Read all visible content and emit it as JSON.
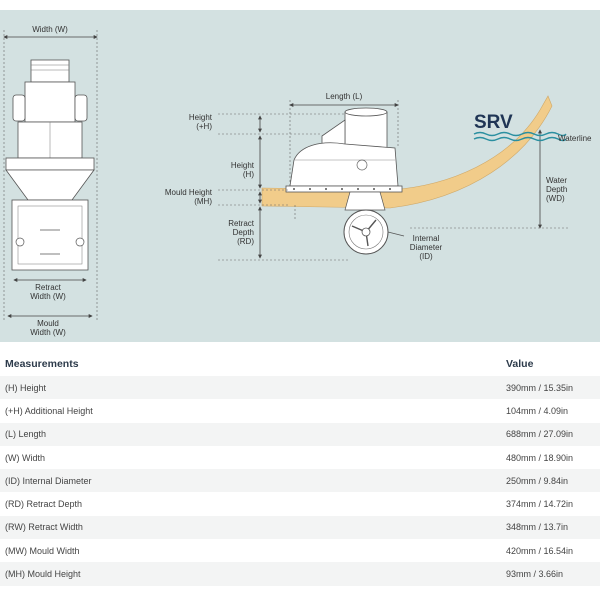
{
  "diagram": {
    "brand": "SRV",
    "labels": {
      "width": "Width (W)",
      "retract_width": [
        "Retract",
        "Width (W)"
      ],
      "mould_width": [
        "Mould",
        "Width (W)"
      ],
      "length": "Length (L)",
      "add_height": [
        "Height",
        "(+H)"
      ],
      "height": [
        "Height",
        "(H)"
      ],
      "mould_height": [
        "Mould Height",
        "(MH)"
      ],
      "retract_depth": [
        "Retract",
        "Depth",
        "(RD)"
      ],
      "internal_diameter": [
        "Internal",
        "Diameter",
        "(ID)"
      ],
      "waterline": "Waterline",
      "water_depth": [
        "Water",
        "Depth",
        "(WD)"
      ]
    },
    "colors": {
      "background": "#d3e1e1",
      "hull": "#f1cc8a",
      "machine": "#ffffff",
      "line": "#555555",
      "water": "#2a8fa0",
      "brand": "#1f3555"
    }
  },
  "table": {
    "headers": {
      "measurement": "Measurements",
      "value": "Value"
    },
    "rows": [
      {
        "name": "(H) Height",
        "value": "390mm / 15.35in"
      },
      {
        "name": "(+H) Additional Height",
        "value": "104mm / 4.09in"
      },
      {
        "name": "(L) Length",
        "value": "688mm / 27.09in"
      },
      {
        "name": "(W) Width",
        "value": "480mm / 18.90in"
      },
      {
        "name": "(ID) Internal Diameter",
        "value": "250mm / 9.84in"
      },
      {
        "name": "(RD) Retract Depth",
        "value": "374mm / 14.72in"
      },
      {
        "name": "(RW) Retract Width",
        "value": "348mm / 13.7in"
      },
      {
        "name": "(MW) Mould Width",
        "value": "420mm / 16.54in"
      },
      {
        "name": "(MH) Mould Height",
        "value": "93mm / 3.66in"
      }
    ]
  }
}
